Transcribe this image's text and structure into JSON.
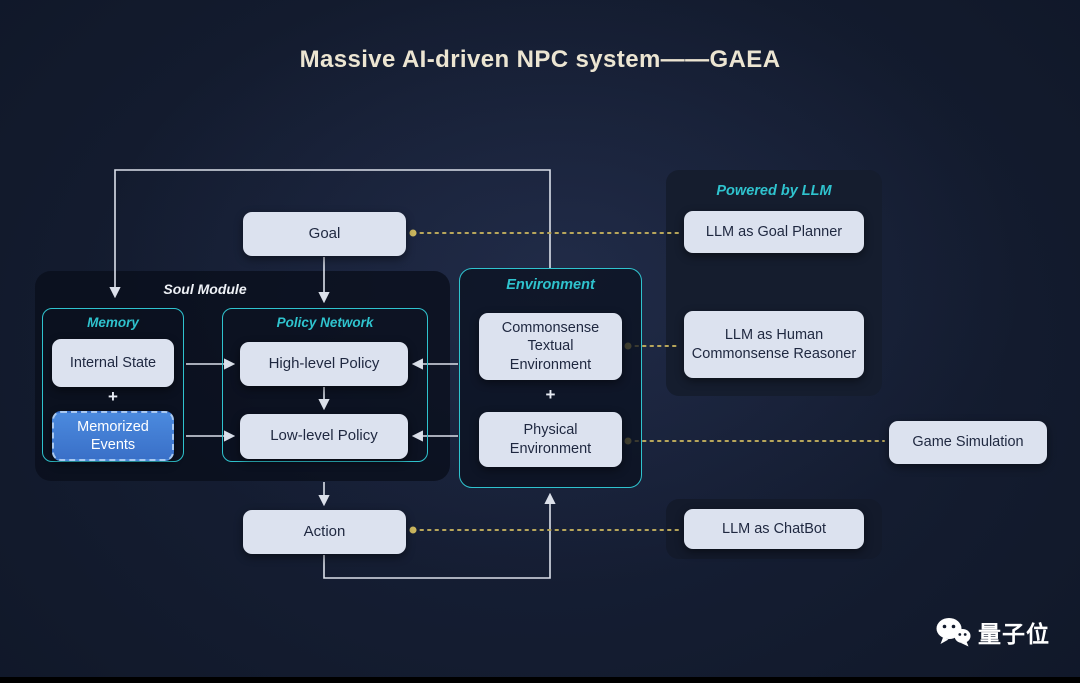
{
  "title": "Massive AI-driven NPC system——GAEA",
  "nodes": {
    "goal": "Goal",
    "action": "Action",
    "soul_module_label": "Soul Module",
    "memory_label": "Memory",
    "internal_state": "Internal State",
    "memory_plus": "+",
    "memorized_events": "Memorized Events",
    "policy_network_label": "Policy Network",
    "high_level_policy": "High-level Policy",
    "low_level_policy": "Low-level Policy",
    "environment_label": "Environment",
    "commonsense_textual_environment": "Commonsense Textual Environment",
    "environment_plus": "+",
    "physical_environment": "Physical Environment",
    "game_simulation": "Game Simulation"
  },
  "llm_panel": {
    "header": "Powered by LLM",
    "goal_planner": "LLM as Goal Planner",
    "human_commonsense_reasoner": "LLM as Human Commonsense Reasoner",
    "chatbot": "LLM as ChatBot"
  },
  "watermark": {
    "brand": "量子位"
  },
  "colors": {
    "background": "#121a2c",
    "teal_accent": "#2fc3ce",
    "dotted_connector": "#cdb85f",
    "solid_connector": "#dbe0ea",
    "node_fill": "#dce2ef",
    "node_text": "#1f2840",
    "memorized_events_fill": "#3f7fd3",
    "title_text": "#ece5d2"
  }
}
